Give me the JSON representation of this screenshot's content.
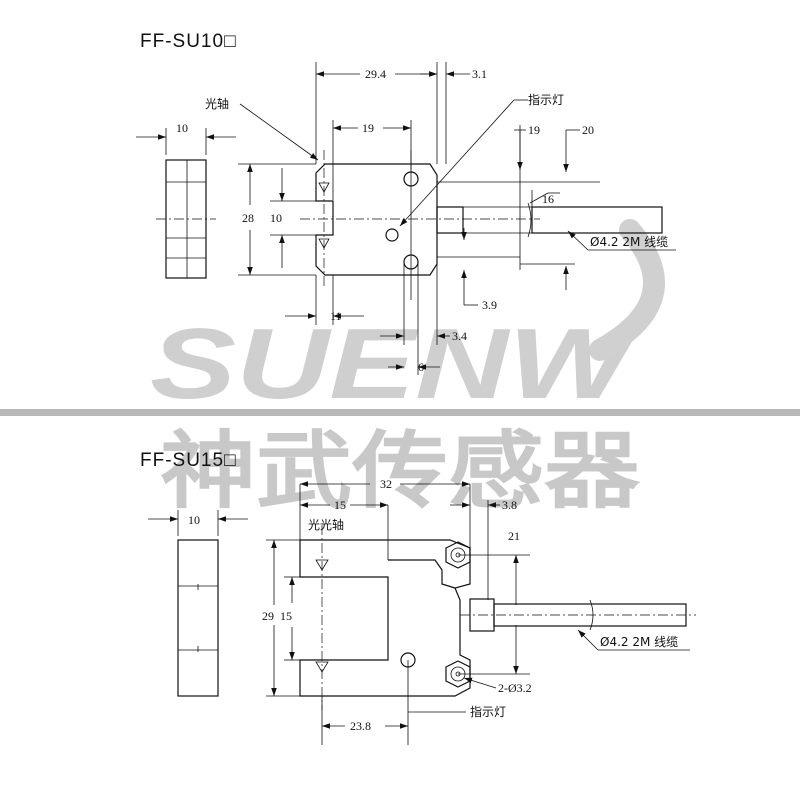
{
  "watermark": {
    "brand_en": "SUENW",
    "brand_cn": "神武传感器",
    "color": "#c8c8c8"
  },
  "separator_color": "#b8b8b8",
  "su10": {
    "title": "FF-SU10□",
    "label_axis": "光轴",
    "label_indicator": "指示灯",
    "label_cable": "Ø4.2 2M 线缆",
    "dims": {
      "side_width": "10",
      "width": "29.4",
      "edge": "3.1",
      "slot_width": "19",
      "height": "28",
      "slot_depth": "10",
      "bottom_width": "11",
      "hole_offset": "3.4",
      "hole_pitch": "6",
      "cable_19": "19",
      "cable_20": "20",
      "cable_16": "16",
      "gap": "3.9"
    }
  },
  "su15": {
    "title": "FF-SU15□",
    "label_axis": "光光轴",
    "label_indicator": "指示灯",
    "label_cable": "Ø4.2 2M 线缆",
    "label_holes": "2-Ø3.2",
    "dims": {
      "side_width": "10",
      "width": "32",
      "slot_width": "15",
      "edge": "3.8",
      "height": "29",
      "slot_depth": "15",
      "hole_span": "21",
      "bottom_width": "23.8"
    }
  }
}
